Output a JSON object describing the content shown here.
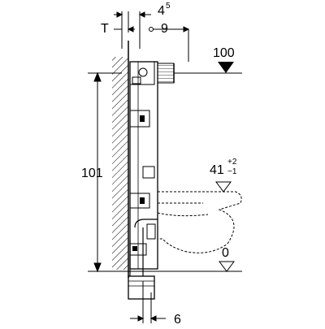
{
  "diagram": {
    "dim_top_thickness": "T",
    "dim_top_offset_base": "4",
    "dim_top_offset_sup": "5",
    "dim_top_spacing": "9",
    "dim_level_top": "100",
    "dim_height": "101",
    "dim_bowl_level_base": "41",
    "dim_bowl_level_plus": "+2",
    "dim_bowl_level_minus": "−1",
    "dim_floor_level": "0",
    "dim_bottom_offset": "6",
    "colors": {
      "line": "#000000",
      "background": "#ffffff"
    }
  }
}
